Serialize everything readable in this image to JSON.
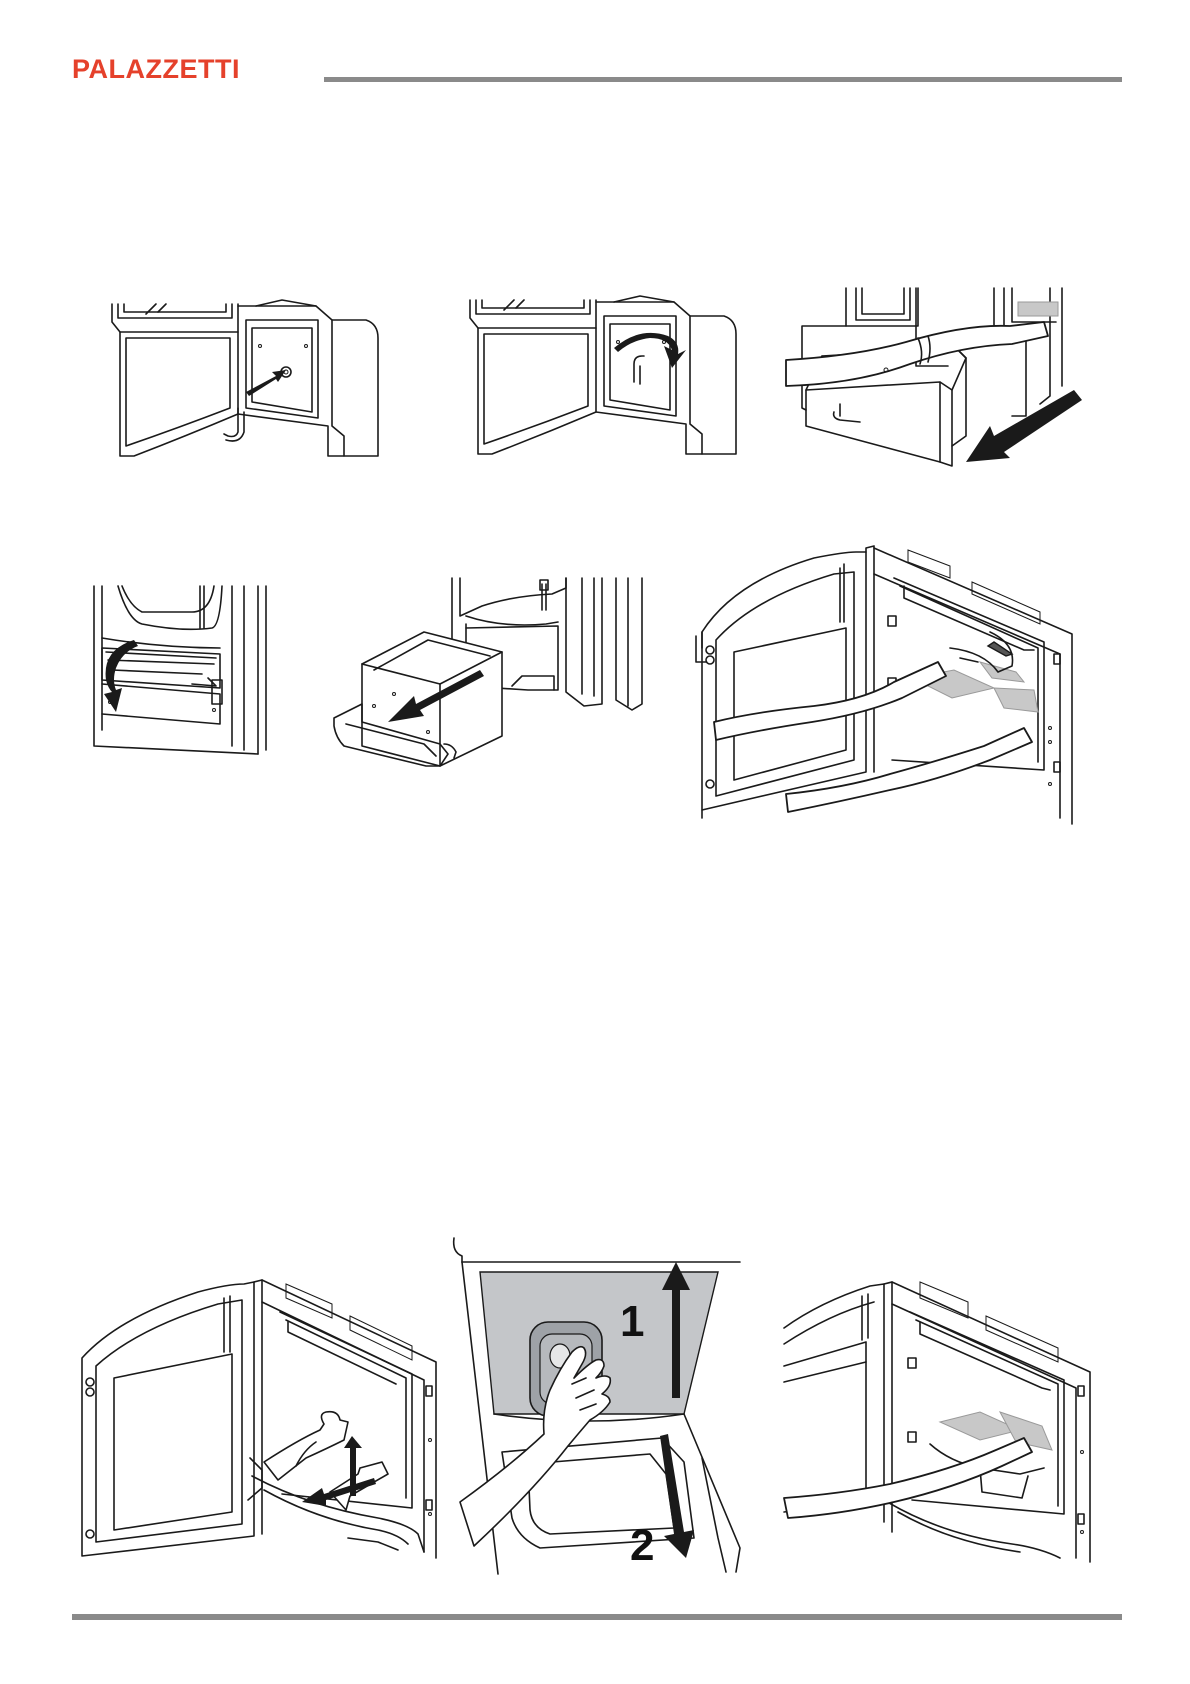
{
  "header": {
    "brand_logo_text": "PALAZZETTI",
    "brand_color": "#e5412b",
    "rule_color": "#8a8a8a"
  },
  "figures": {
    "handle_steps": {
      "step_1_label": "1",
      "step_2_label": "2"
    }
  },
  "icons": [
    "arrow-icon",
    "curved-arrow-icon",
    "vacuum-hose-icon",
    "hand-icon"
  ]
}
